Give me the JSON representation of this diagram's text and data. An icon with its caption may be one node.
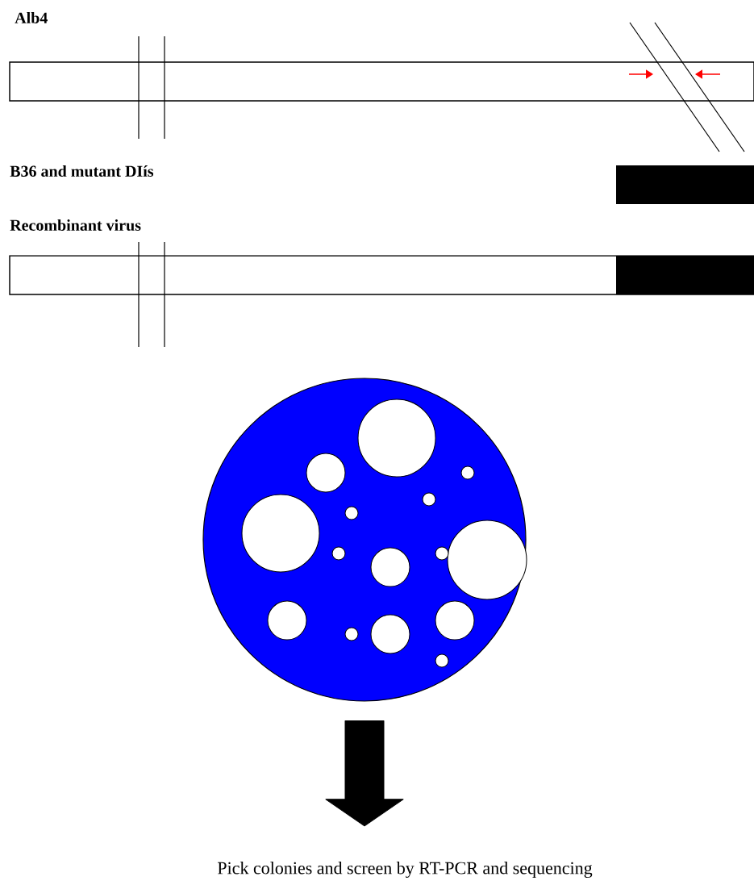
{
  "diagram": {
    "nodes": [
      {
        "text": [],
        "shape": "circle"
      },
      {
        "text": [
          "Pick colonies and screen by RT-PCR and sequencing"
        ]
      }
    ],
    "edges": [
      {
        "from": 0,
        "to": 1,
        "arrow": "to",
        "style": "thick"
      }
    ],
    "labels": [
      "Alb4",
      "B36 and mutant DIís",
      "Recombinant virus"
    ]
  }
}
